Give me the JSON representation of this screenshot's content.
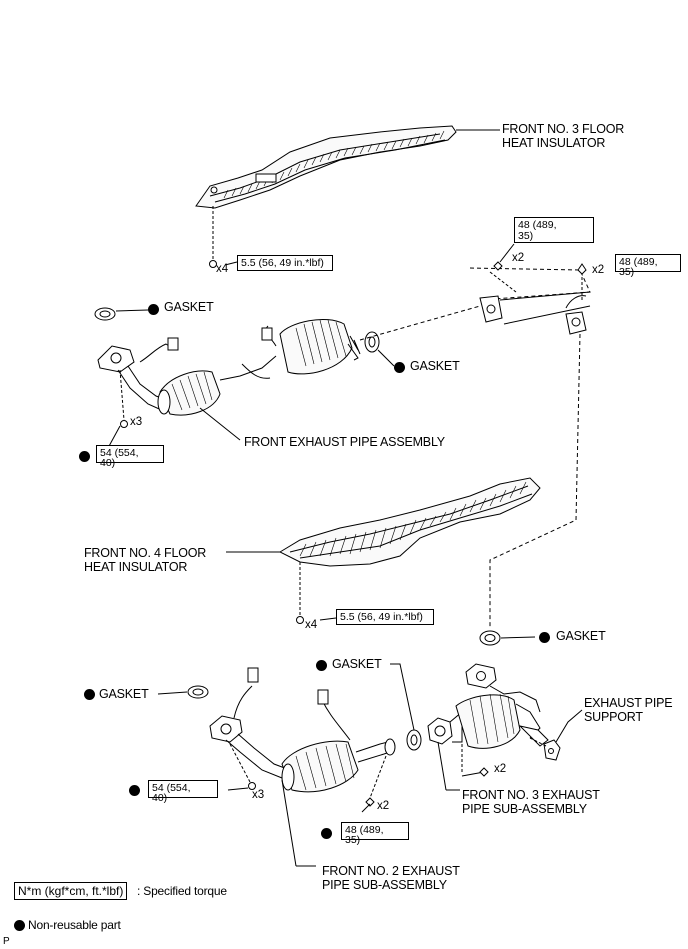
{
  "labels": {
    "front_no3_floor_heat_insulator": [
      "FRONT NO. 3 FLOOR",
      "HEAT INSULATOR"
    ],
    "front_no4_floor_heat_insulator": [
      "FRONT NO. 4 FLOOR",
      "HEAT INSULATOR"
    ],
    "front_exhaust_pipe_assembly": "FRONT EXHAUST PIPE ASSEMBLY",
    "front_no2_exhaust_pipe_sub_assembly": [
      "FRONT NO. 2 EXHAUST",
      "PIPE SUB-ASSEMBLY"
    ],
    "front_no3_exhaust_pipe_sub_assembly": [
      "FRONT NO. 3 EXHAUST",
      "PIPE SUB-ASSEMBLY"
    ],
    "exhaust_pipe_support": [
      "EXHAUST PIPE",
      "SUPPORT"
    ],
    "gasket": "GASKET"
  },
  "torque": {
    "insulator": "5.5 (56, 49 in.*lbf)",
    "flange_48": [
      "48 (489,",
      "35)"
    ],
    "manifold_54": [
      "54 (554,",
      "40)"
    ]
  },
  "quantities": {
    "x2": "x2",
    "x3": "x3",
    "x4": "x4"
  },
  "legend": {
    "torque_unit": "N*m (kgf*cm, ft.*lbf)",
    "torque_desc": ": Specified torque",
    "non_reusable": "Non-reusable part"
  },
  "corner_mark": "P"
}
